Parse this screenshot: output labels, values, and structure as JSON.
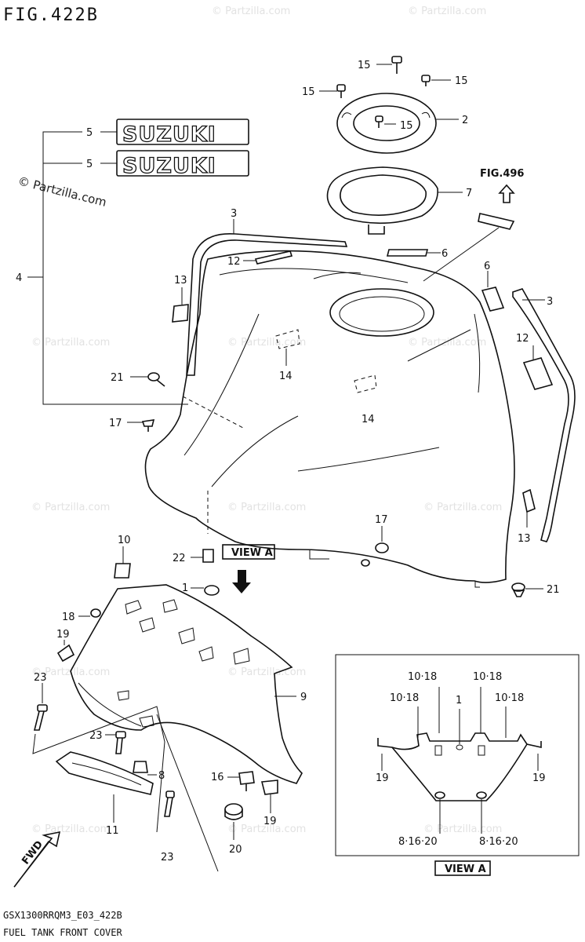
{
  "figure_title": "FIG.422B",
  "watermark_text": "© Partzilla.com",
  "footer": {
    "model_code": "GSX1300RRQM3_E03_422B",
    "description": "FUEL TANK FRONT COVER"
  },
  "refs": {
    "fig496": "FIG.496",
    "view_a": "VIEW A"
  },
  "badge_text": "SUZUKI",
  "callouts": {
    "c1": "1",
    "c2": "2",
    "c3a": "3",
    "c3b": "3",
    "c4": "4",
    "c5a": "5",
    "c5b": "5",
    "c6a": "6",
    "c6b": "6",
    "c7": "7",
    "c8": "8",
    "c9": "9",
    "c10": "10",
    "c11": "11",
    "c12a": "12",
    "c12b": "12",
    "c13a": "13",
    "c13b": "13",
    "c14a": "14",
    "c14b": "14",
    "c15a": "15",
    "c15b": "15",
    "c15c": "15",
    "c15d": "15",
    "c16": "16",
    "c17a": "17",
    "c17b": "17",
    "c18": "18",
    "c19a": "19",
    "c19b": "19",
    "c20": "20",
    "c21a": "21",
    "c21b": "21",
    "c22": "22",
    "c23a": "23",
    "c23b": "23",
    "c23c": "23"
  },
  "view_a_callouts": {
    "v1": "1",
    "v1018a": "10·18",
    "v1018b": "10·18",
    "v1018c": "10·18",
    "v1018d": "10·18",
    "v19a": "19",
    "v19b": "19",
    "v81620a": "8·16·20",
    "v81620b": "8·16·20"
  },
  "fwd_label": "FWD"
}
